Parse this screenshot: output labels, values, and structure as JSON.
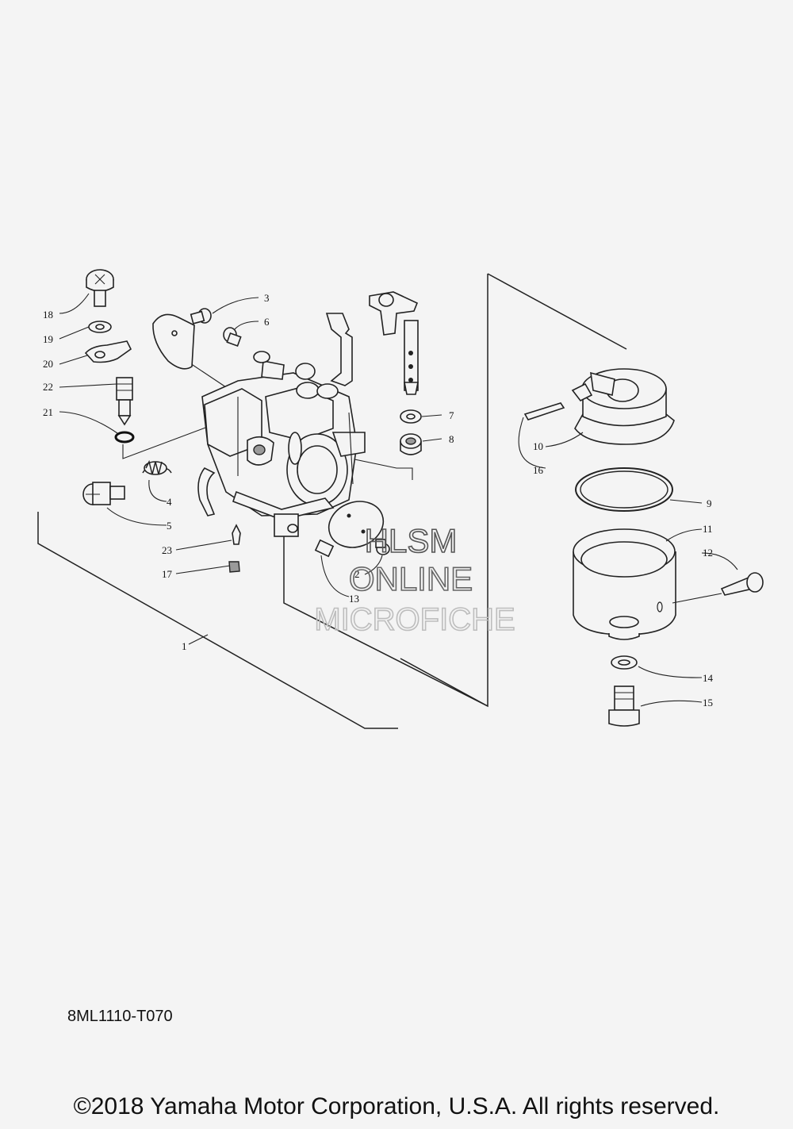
{
  "parts": [
    {
      "id": "1",
      "label": "1"
    },
    {
      "id": "2",
      "label": "2"
    },
    {
      "id": "3",
      "label": "3"
    },
    {
      "id": "4",
      "label": "4"
    },
    {
      "id": "5",
      "label": "5"
    },
    {
      "id": "6",
      "label": "6"
    },
    {
      "id": "7",
      "label": "7"
    },
    {
      "id": "8",
      "label": "8"
    },
    {
      "id": "9",
      "label": "9"
    },
    {
      "id": "10",
      "label": "10"
    },
    {
      "id": "11",
      "label": "11"
    },
    {
      "id": "12",
      "label": "12"
    },
    {
      "id": "13",
      "label": "13"
    },
    {
      "id": "14",
      "label": "14"
    },
    {
      "id": "15",
      "label": "15"
    },
    {
      "id": "16",
      "label": "16"
    },
    {
      "id": "17",
      "label": "17"
    },
    {
      "id": "18",
      "label": "18"
    },
    {
      "id": "19",
      "label": "19"
    },
    {
      "id": "20",
      "label": "20"
    },
    {
      "id": "21",
      "label": "21"
    },
    {
      "id": "22",
      "label": "22"
    },
    {
      "id": "23",
      "label": "23"
    }
  ],
  "watermark": {
    "line1": "HLSM",
    "line2": "ONLINE",
    "line3": "MICROFICHE"
  },
  "catalog_code": "8ML1110-T070",
  "copyright": "©2018 Yamaha Motor Corporation, U.S.A. All rights reserved."
}
